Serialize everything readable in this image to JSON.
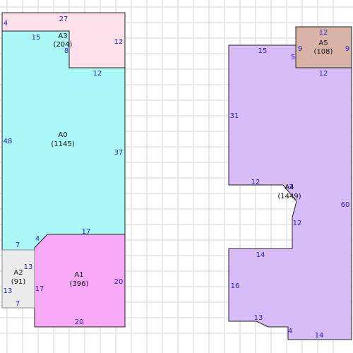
{
  "grid": {
    "color": "#d6d6d6"
  },
  "rooms": [
    {
      "id": "A0",
      "label": "A0",
      "area": "(1145)",
      "fill": "#aaf8f8",
      "stroke": "#222222"
    },
    {
      "id": "A1",
      "label": "A1",
      "area": "(396)",
      "fill": "#f8aaf8",
      "stroke": "#222222"
    },
    {
      "id": "A2",
      "label": "A2",
      "area": "(91)",
      "fill": "#ececec",
      "stroke": "#888888"
    },
    {
      "id": "A3",
      "label": "A3",
      "area": "(204)",
      "fill": "#fde0ea",
      "stroke": "#222222"
    },
    {
      "id": "A4",
      "label": "A4",
      "area": "(1449)",
      "fill": "#d8bcf8",
      "stroke": "#222222"
    },
    {
      "id": "A5",
      "label": "A5",
      "area": "(108)",
      "fill": "#d9b4a6",
      "stroke": "#222222"
    }
  ],
  "dimensions": {
    "d27": "27",
    "d4a": "4",
    "d15a": "15",
    "d8": "8",
    "d12a": "12",
    "d12b": "12",
    "d48": "48",
    "d37": "37",
    "d17a": "17",
    "d4b": "4",
    "d7a": "7",
    "d13a": "13",
    "d13b": "13",
    "d7b": "7",
    "d17b": "17",
    "d20a": "20",
    "d20b": "20",
    "d12c": "12",
    "d9a": "9",
    "d9b": "9",
    "d12d": "12",
    "d15b": "15",
    "d5": "5",
    "d31": "31",
    "d12e": "12",
    "d3": "3",
    "d60": "60",
    "d12f": "12",
    "d14a": "14",
    "d16": "16",
    "d13c": "13",
    "d4c": "4",
    "d14b": "14"
  }
}
